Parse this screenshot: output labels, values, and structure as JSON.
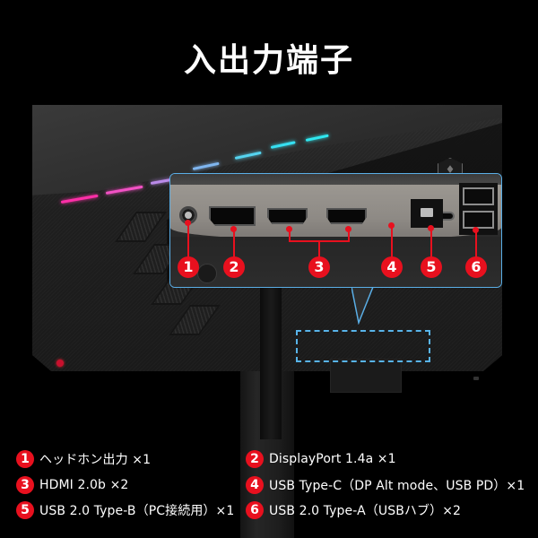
{
  "title": "入出力端子",
  "colors": {
    "background": "#000000",
    "badge": "#e8101e",
    "callout_border": "#5aaee6",
    "rgb_start": "#ff2fa8",
    "rgb_end": "#2fe8f0"
  },
  "callout": {
    "ports": [
      {
        "id": 1,
        "type": "headphone-jack",
        "badge": "1"
      },
      {
        "id": 2,
        "type": "displayport",
        "badge": "2"
      },
      {
        "id": 3,
        "type": "hdmi",
        "count": 2,
        "badge": "3"
      },
      {
        "id": 4,
        "type": "usb-c",
        "badge": "4"
      },
      {
        "id": 5,
        "type": "usb-b",
        "badge": "5"
      },
      {
        "id": 6,
        "type": "usb-a",
        "count": 2,
        "badge": "6"
      }
    ]
  },
  "legend": {
    "items": [
      {
        "num": "1",
        "label": "ヘッドホン出力 ×1"
      },
      {
        "num": "2",
        "label": "DisplayPort 1.4a ×1"
      },
      {
        "num": "3",
        "label": "HDMI 2.0b ×2"
      },
      {
        "num": "4",
        "label": "USB Type-C（DP Alt mode、USB PD）×1"
      },
      {
        "num": "5",
        "label": "USB 2.0 Type-B（PC接続用）×1"
      },
      {
        "num": "6",
        "label": "USB 2.0 Type-A（USBハブ）×2"
      }
    ]
  },
  "icons": {
    "msi_logo": "dragon-shield-icon"
  }
}
